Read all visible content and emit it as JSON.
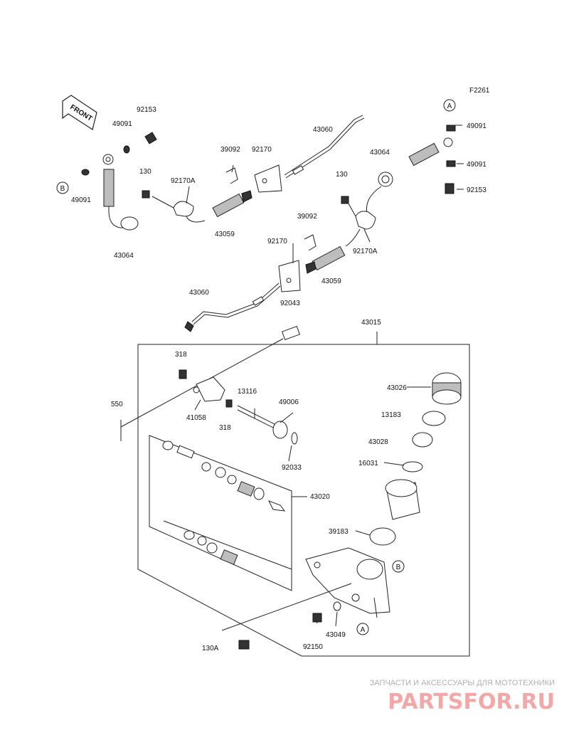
{
  "diagram_code": "F2261",
  "front_arrow_text": "FRONT",
  "callouts": {
    "A": "A",
    "B": "B"
  },
  "labels": {
    "p49091_a": "49091",
    "p92153_a": "92153",
    "p49091_b": "49091",
    "p130_a": "130",
    "p92170A_a": "92170A",
    "p43059_a": "43059",
    "p43064_a": "43064",
    "p39092_a": "39092",
    "p92170_a": "92170",
    "p43060_a": "43060",
    "p43064_b": "43064",
    "p130_b": "130",
    "p39092_b": "39092",
    "p92170A_b": "92170A",
    "p92170_b": "92170",
    "p43059_b": "43059",
    "p43060_b": "43060",
    "p49091_c": "49091",
    "p49091_d": "49091",
    "p92153_b": "92153",
    "p92043": "92043",
    "p43015": "43015",
    "p318_a": "318",
    "p13116": "13116",
    "p49006": "49006",
    "p41058": "41058",
    "p318_b": "318",
    "p550": "550",
    "p92033": "92033",
    "p43020": "43020",
    "p43026": "43026",
    "p13183": "13183",
    "p43028": "43028",
    "p16031": "16031",
    "p39183": "39183",
    "p43049": "43049",
    "p92150": "92150",
    "p130A": "130A"
  },
  "watermark": {
    "tagline": "ЗАПЧАСТИ И АКСЕССУАРЫ ДЛЯ МОТОТЕХНИКИ",
    "brand": "PARTSFOR.RU",
    "brand_color": "#f3a8a8"
  }
}
